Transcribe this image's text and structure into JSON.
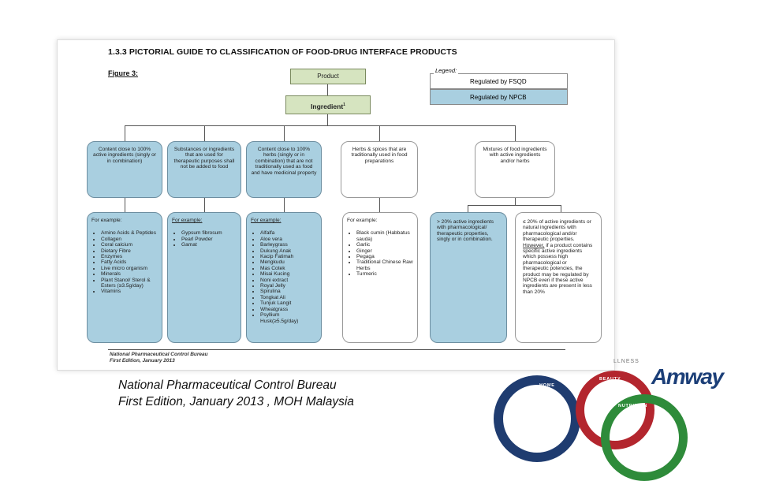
{
  "doc": {
    "title": "1.3.3 PICTORIAL GUIDE TO CLASSIFICATION OF FOOD-DRUG INTERFACE PRODUCTS",
    "figure_label": "Figure 3:",
    "legend": {
      "title": "Legend:",
      "fsqd": "Regulated by FSQD",
      "npcb": "Regulated by NPCB"
    },
    "product": "Product",
    "ingredient": "Ingredient",
    "ingredient_sup": "1",
    "categories": [
      "Content close to 100% active ingredients (singly or in combination)",
      "Substances or ingredients that are used for therapeutic purposes shall not be added to food",
      "Content close to 100% herbs (singly or in combination) that are not traditionally used as food and have medicinal property",
      "Herbs & spices that are traditionally used in food preparations",
      "Mixtures of food ingredients with active ingredients and/or herbs"
    ],
    "examples": {
      "col1_head": "For example:",
      "col1_items": [
        "Amino Acids & Peptides",
        "Collagen",
        "Coral calcium",
        "Dietary Fibre",
        "Enzymes",
        "Fatty Acids",
        "Live micro organism",
        "Minerals",
        "Plant Stanol/ Sterol & Esters (≥3.5g/day)",
        "Vitamins"
      ],
      "col2_head": "For example:",
      "col2_items": [
        "Gypsum fibrosum",
        "Pearl Powder",
        "Gamat"
      ],
      "col3_head": "For example:",
      "col3_items": [
        "Alfalfa",
        "Aloe vera",
        "Barleygrass",
        "Dukung Anak",
        "Kacip Fatimah",
        "Mengkudu",
        "Mas Cotek",
        "Misai Kucing",
        "Noni extract",
        "Royal Jelly",
        "Spirulina",
        "Tongkat Ali",
        "Tunjuk Langit",
        "Wheatgrass",
        "Psyllium Husk(≥5.5g/day)"
      ],
      "col4_head": "For example:",
      "col4_items": [
        "Black cumin (Habbatus sauda)",
        "Garlic",
        "Ginger",
        "Pegaga",
        "Traditional Chinese Raw Herbs",
        "Turmeric"
      ],
      "col5_text": "> 20% active ingredients with pharmacological/ therapeutic properties, singly or in combination.",
      "col6_text_a": "≤ 20% of active ingredients or natural ingredients with pharmacological and/or therapeutic properties.",
      "col6_however": "However,",
      "col6_text_b": "if a product contains specific active ingredients which possess high pharmacological or therapeutic potencies, the product may be regulated by NPCB even if these active ingredients are present in less than 20%"
    },
    "footer_line1": "National Pharmaceutical Control Bureau",
    "footer_line2": "First Edition, January 2013"
  },
  "caption": {
    "line1": "National Pharmaceutical Control Bureau",
    "line2": " First Edition, January 2013 , MOH Malaysia"
  },
  "branding": {
    "logo": "Amway",
    "wellness": "LLNESS",
    "home": "HOME",
    "beauty": "BEAUTY",
    "nutrition": "NUTRITION"
  },
  "colors": {
    "fsqd_fill": "#ffffff",
    "npcb_fill": "#a9cfe0",
    "product_fill": "#d6e4c0",
    "brand_blue": "#1c3f78"
  }
}
